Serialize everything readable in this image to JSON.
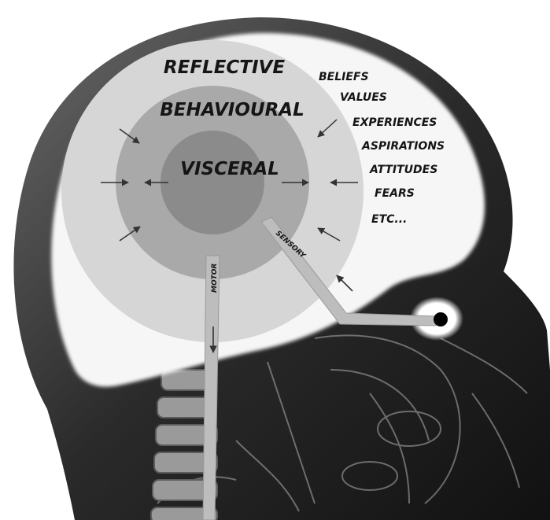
{
  "layers": {
    "outer": "REFLECTIVE",
    "middle": "BEHAVIOURAL",
    "inner": "VISCERAL"
  },
  "factors": [
    "BELIEFS",
    "VALUES",
    "EXPERIENCES",
    "ASPIRATIONS",
    "ATTITUDES",
    "FEARS",
    "ETC..."
  ],
  "pathways": {
    "motor": "MOTOR",
    "sensory": "SENSORY"
  },
  "colors": {
    "outer_ring": "#d6d6d6",
    "middle_ring": "#a9a9a9",
    "inner_core": "#8b8b8b",
    "head": "#1d1d1d",
    "brain": "#f6f6f6"
  }
}
